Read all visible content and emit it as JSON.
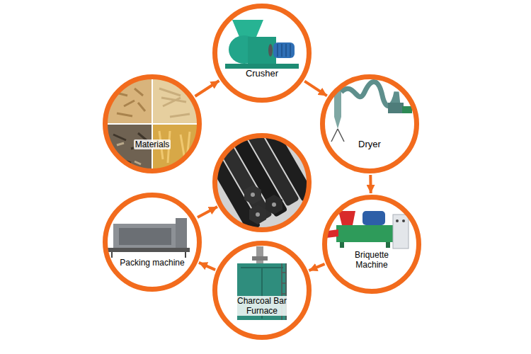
{
  "diagram": {
    "nodes": [
      {
        "text": [
          "Materials"
        ]
      },
      {
        "text": [
          "Crusher"
        ]
      },
      {
        "text": [
          "Dryer"
        ]
      },
      {
        "text": [
          "Briquette Machine"
        ]
      },
      {
        "text": [
          "Charcoal Bar Furnace"
        ]
      },
      {
        "text": [
          "Packing machine"
        ]
      }
    ],
    "edges": [
      {
        "from": 0,
        "to": 1,
        "arrow": "to"
      },
      {
        "from": 1,
        "to": 2,
        "arrow": "to"
      },
      {
        "from": 2,
        "to": 3,
        "arrow": "to"
      },
      {
        "from": 3,
        "to": 4,
        "arrow": "to"
      },
      {
        "from": 4,
        "to": 5,
        "arrow": "to"
      }
    ]
  }
}
